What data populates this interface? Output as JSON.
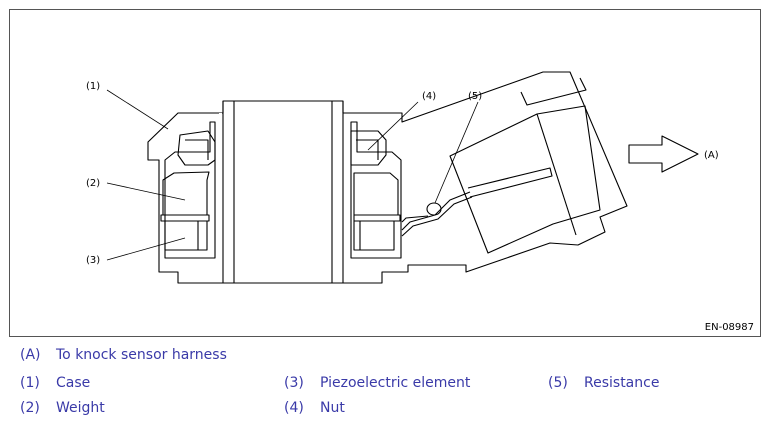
{
  "figure": {
    "id": "EN-08987",
    "callouts": {
      "c1": "(1)",
      "c2": "(2)",
      "c3": "(3)",
      "c4": "(4)",
      "c5": "(5)",
      "cA": "(A)"
    }
  },
  "legend": [
    [
      {
        "key": "(A)",
        "label": "To knock sensor harness"
      }
    ],
    [
      {
        "key": "(1)",
        "label": "Case"
      },
      {
        "key": "(3)",
        "label": "Piezoelectric element"
      },
      {
        "key": "(5)",
        "label": "Resistance"
      }
    ],
    [
      {
        "key": "(2)",
        "label": "Weight"
      },
      {
        "key": "(4)",
        "label": "Nut"
      }
    ]
  ],
  "colors": {
    "line": "#000000",
    "legend_text": "#3a3aa8"
  }
}
